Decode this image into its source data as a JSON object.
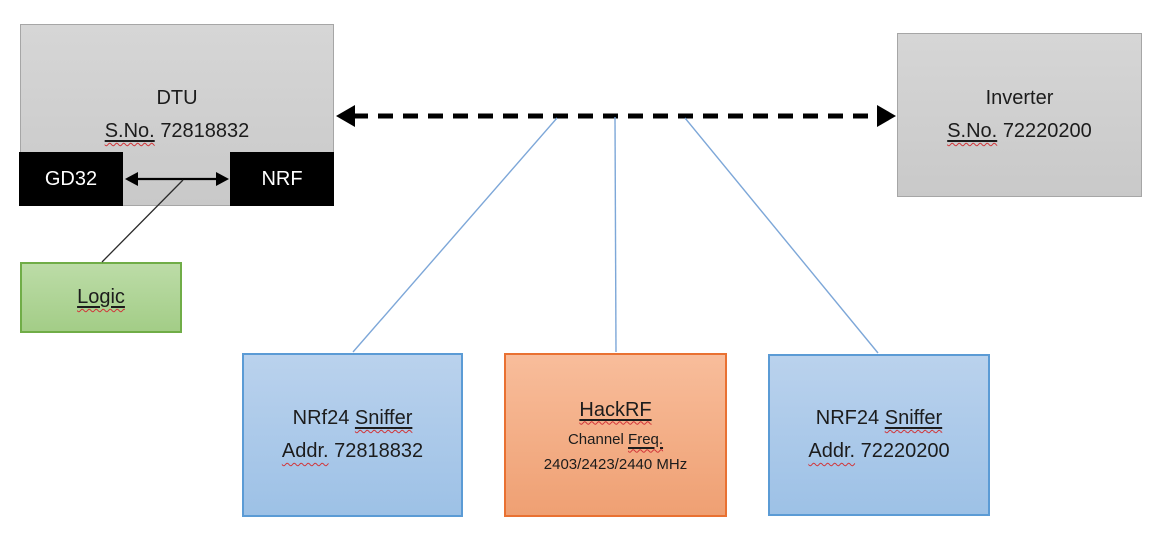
{
  "diagram": {
    "dtu": {
      "title": "DTU",
      "serial_label": "S.No.",
      "serial_number": "72818832"
    },
    "gd32": {
      "label": "GD32"
    },
    "nrf": {
      "label": "NRF"
    },
    "logic": {
      "label": "Logic"
    },
    "inverter": {
      "title": "Inverter",
      "serial_label": "S.No.",
      "serial_number": "72220200"
    },
    "sniffer_left": {
      "name_prefix": "NRf24",
      "name_underlined": "Sniffer",
      "addr_label": "Addr.",
      "addr_value": "72818832"
    },
    "hackrf": {
      "title": "HackRF",
      "channel_prefix": "Channel",
      "channel_underlined": "Freq.",
      "frequencies": "2403/2423/2440 MHz"
    },
    "sniffer_right": {
      "name_prefix": "NRF24",
      "name_underlined": "Sniffer",
      "addr_label": "Addr.",
      "addr_value": "72220200"
    }
  },
  "colors": {
    "gray_fill": "#cdcdcd",
    "gray_border": "#a6a6a6",
    "black_fill": "#000000",
    "green_fill": "#a9d18e",
    "green_border": "#70ad47",
    "blue_fill": "#a8c6e6",
    "blue_border": "#5b9bd5",
    "orange_fill": "#f4ab80",
    "orange_border": "#e97132",
    "connector_blue": "#7da7d8",
    "spellcheck_red": "#d13438",
    "background": "#ffffff"
  }
}
